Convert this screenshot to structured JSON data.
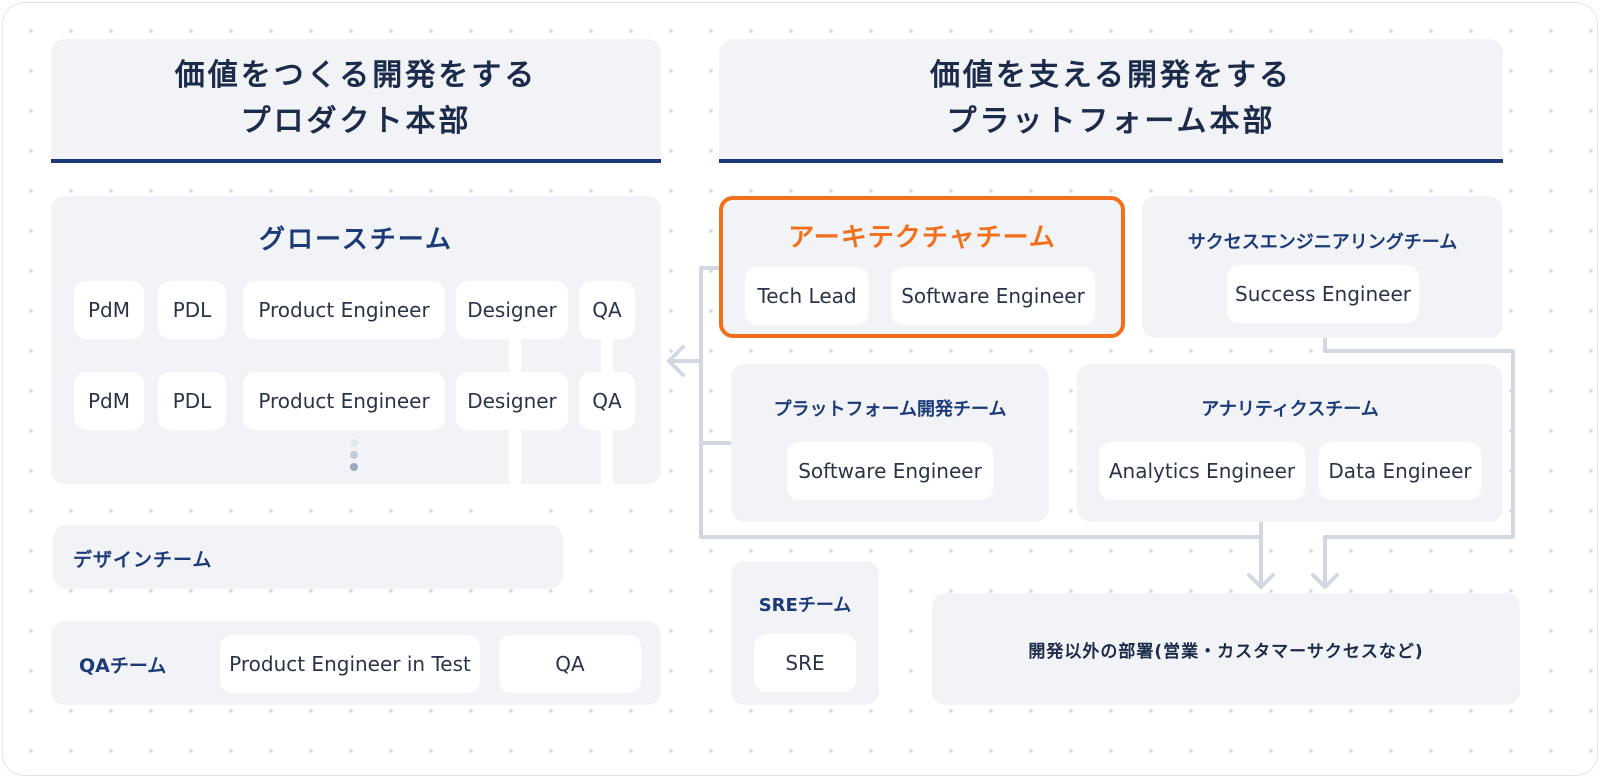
{
  "left_division": {
    "title_line1": "価値をつくる開発をする",
    "title_line2": "プロダクト本部",
    "growth_team": {
      "title": "グロースチーム",
      "row1": [
        "PdM",
        "PDL",
        "Product Engineer",
        "Designer",
        "QA"
      ],
      "row2": [
        "PdM",
        "PDL",
        "Product Engineer",
        "Designer",
        "QA"
      ]
    },
    "design_team": {
      "title": "デザインチーム"
    },
    "qa_team": {
      "title": "QAチーム",
      "roles": [
        "Product Engineer in Test",
        "QA"
      ]
    }
  },
  "right_division": {
    "title_line1": "価値を支える開発をする",
    "title_line2": "プラットフォーム本部",
    "architecture_team": {
      "title": "アーキテクチャチーム",
      "roles": [
        "Tech Lead",
        "Software Engineer"
      ]
    },
    "success_engineering_team": {
      "title": "サクセスエンジニアリングチーム",
      "roles": [
        "Success Engineer"
      ]
    },
    "platform_dev_team": {
      "title": "プラットフォーム開発チーム",
      "roles": [
        "Software Engineer"
      ]
    },
    "analytics_team": {
      "title": "アナリティクスチーム",
      "roles": [
        "Analytics Engineer",
        "Data Engineer"
      ]
    },
    "sre_team": {
      "title": "SREチーム",
      "roles": [
        "SRE"
      ]
    },
    "other_departments": {
      "label": "開発以外の部署(営業・カスタマーサクセスなど)"
    }
  },
  "colors": {
    "navy": "#1c3a78",
    "panel": "#f1f3f7",
    "accent_orange": "#f26f1c",
    "connector": "#d2d8e2"
  }
}
